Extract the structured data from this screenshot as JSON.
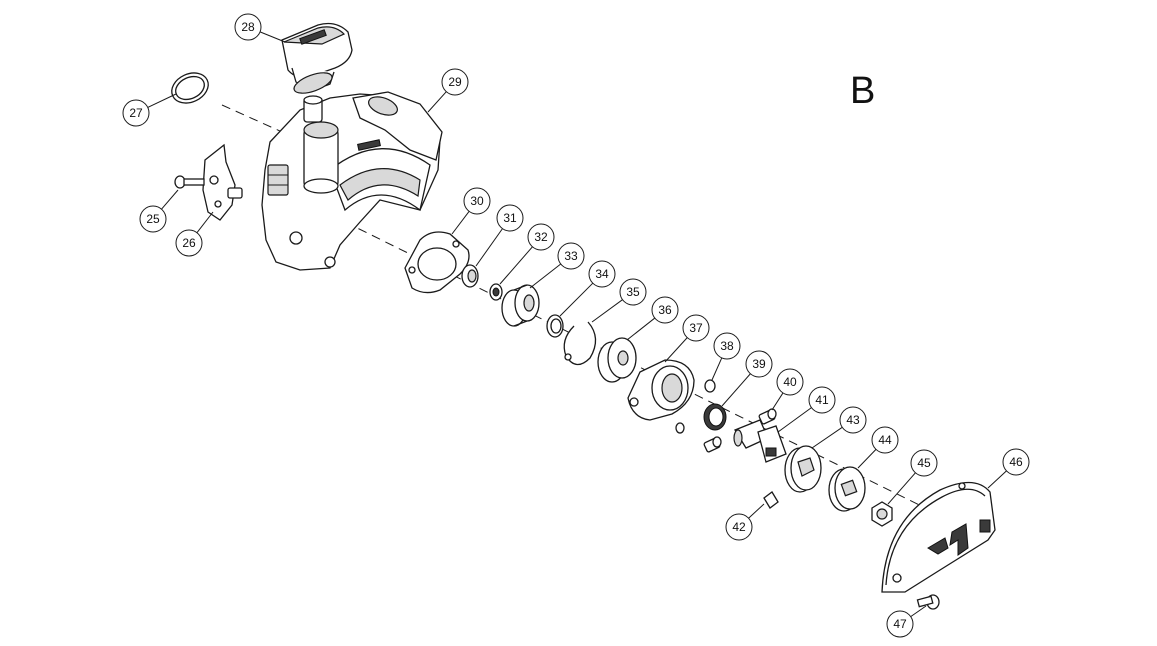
{
  "section_label": "B",
  "callouts": [
    "25",
    "26",
    "27",
    "28",
    "29",
    "30",
    "31",
    "32",
    "33",
    "34",
    "35",
    "36",
    "37",
    "38",
    "39",
    "40",
    "41",
    "42",
    "43",
    "44",
    "45",
    "46",
    "47"
  ]
}
